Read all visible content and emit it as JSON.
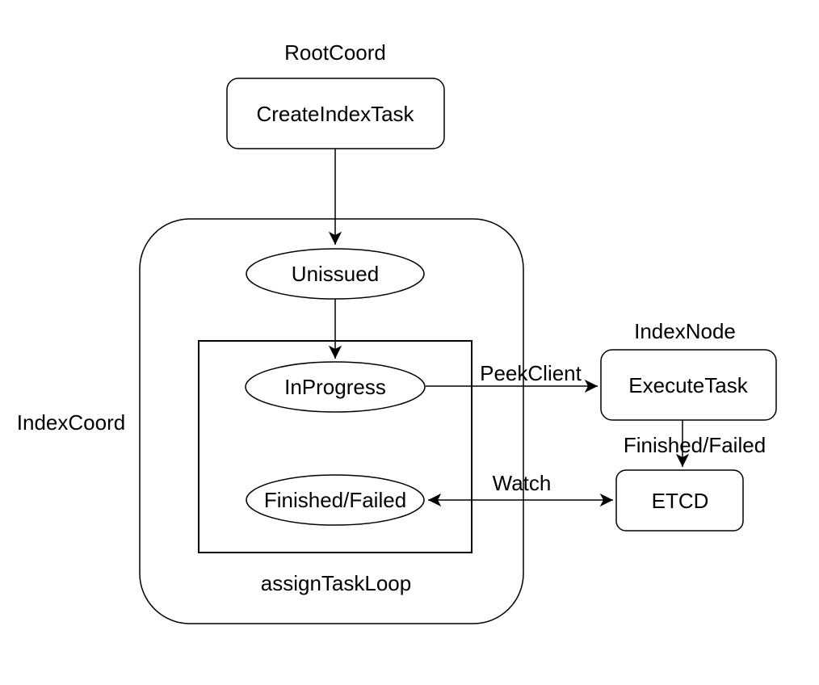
{
  "diagram": {
    "colors": {
      "background": "#ffffff",
      "stroke": "#000000",
      "text": "#000000"
    },
    "groups": {
      "root_coord": {
        "label": "RootCoord"
      },
      "index_coord": {
        "label": "IndexCoord"
      },
      "index_node": {
        "label": "IndexNode"
      },
      "assign_task_loop": {
        "label": "assignTaskLoop"
      }
    },
    "nodes": {
      "create_index_task": {
        "label": "CreateIndexTask",
        "shape": "rounded-rect",
        "group": "RootCoord"
      },
      "unissued": {
        "label": "Unissued",
        "shape": "ellipse",
        "group": "IndexCoord"
      },
      "in_progress": {
        "label": "InProgress",
        "shape": "ellipse",
        "group": "assignTaskLoop"
      },
      "finished_failed_state": {
        "label": "Finished/Failed",
        "shape": "ellipse",
        "group": "assignTaskLoop"
      },
      "execute_task": {
        "label": "ExecuteTask",
        "shape": "rounded-rect",
        "group": "IndexNode"
      },
      "etcd": {
        "label": "ETCD",
        "shape": "rounded-rect",
        "group": ""
      }
    },
    "edges": [
      {
        "from": "create_index_task",
        "to": "unissued",
        "label": "",
        "direction": "down"
      },
      {
        "from": "unissued",
        "to": "in_progress",
        "label": "",
        "direction": "down"
      },
      {
        "from": "in_progress",
        "to": "execute_task",
        "label": "PeekClient",
        "direction": "right"
      },
      {
        "from": "execute_task",
        "to": "etcd",
        "label": "Finished/Failed",
        "direction": "down"
      },
      {
        "from": "etcd",
        "to": "finished_failed_state",
        "label": "Watch",
        "direction": "both"
      }
    ]
  }
}
